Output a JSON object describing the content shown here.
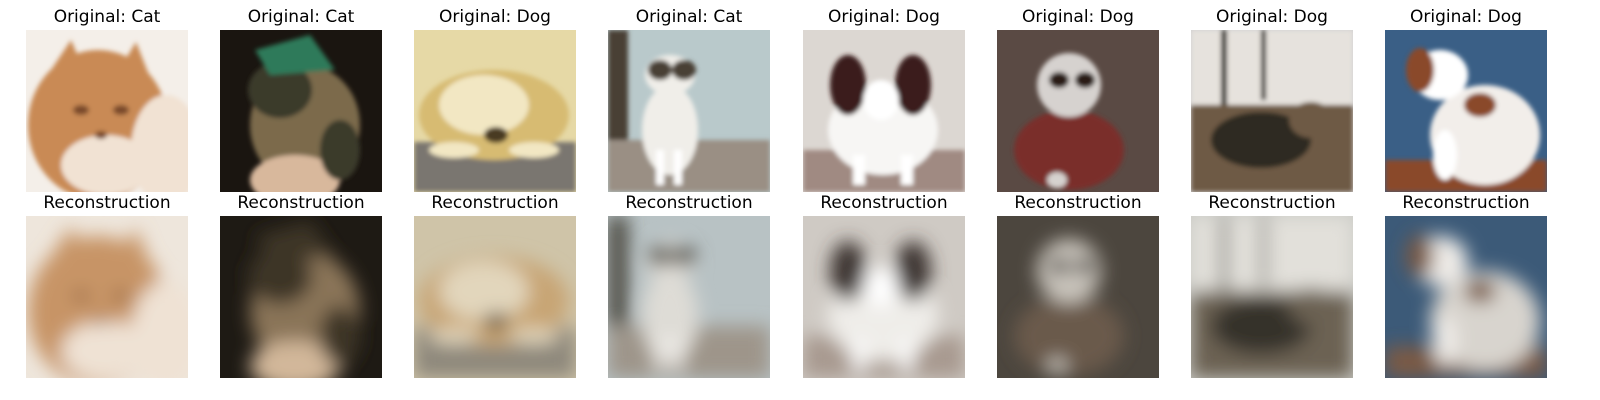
{
  "figure": {
    "rows": [
      {
        "row": "original",
        "panels": [
          {
            "title": "Original: Cat",
            "subject": "orange long-haired cat face",
            "palette": {
              "bg": "#f4efe9",
              "main": "#c98a55",
              "light": "#f1e2d3",
              "dark": "#7a4a2a"
            }
          },
          {
            "title": "Original: Cat",
            "subject": "tabby cat held in hand with green hat",
            "palette": {
              "bg": "#1a1510",
              "main": "#7c6a4c",
              "light": "#d8b89c",
              "dark": "#3a3a2c",
              "accent": "#2e7a5a"
            }
          },
          {
            "title": "Original: Dog",
            "subject": "golden puppy lying on grey floor",
            "palette": {
              "bg": "#e6d9a6",
              "main": "#d7bb72",
              "light": "#f2e7c3",
              "dark": "#4a3a22",
              "floor": "#7a7670"
            }
          },
          {
            "title": "Original: Cat",
            "subject": "white and tabby cat standing indoors",
            "palette": {
              "bg": "#b9c9cb",
              "main": "#f0eee9",
              "light": "#ffffff",
              "dark": "#4a4036",
              "floor": "#9a8f84"
            }
          },
          {
            "title": "Original: Dog",
            "subject": "black and white papillon dog",
            "palette": {
              "bg": "#dcd7d2",
              "main": "#f7f6f4",
              "light": "#ffffff",
              "dark": "#3a1e1a",
              "floor": "#a08a82"
            }
          },
          {
            "title": "Original: Dog",
            "subject": "shaggy dog in dark red coat",
            "palette": {
              "bg": "#5a4a44",
              "main": "#7a2e2c",
              "light": "#d6d2cf",
              "dark": "#2a1a18"
            }
          },
          {
            "title": "Original: Dog",
            "subject": "brown dog lying outdoors near trees",
            "palette": {
              "bg": "#cfcfd0",
              "main": "#6e5a44",
              "light": "#e6e2dd",
              "dark": "#2e2a24"
            }
          },
          {
            "title": "Original: Dog",
            "subject": "brown and white spaniel on blue background",
            "palette": {
              "bg": "#3a5f86",
              "main": "#f2eeea",
              "light": "#ffffff",
              "dark": "#8a4a2a"
            }
          }
        ]
      },
      {
        "row": "reconstruction",
        "panels": [
          {
            "title": "Reconstruction",
            "subject": "blurry orange cat",
            "palette": {
              "bg": "#eee6dc",
              "main": "#c79466",
              "light": "#efe2d4",
              "dark": "#8c5e3c"
            }
          },
          {
            "title": "Reconstruction",
            "subject": "blurry tabby cat",
            "palette": {
              "bg": "#1e1a14",
              "main": "#8a7458",
              "light": "#d2b79a",
              "dark": "#3c3428"
            }
          },
          {
            "title": "Reconstruction",
            "subject": "blurry golden puppy",
            "palette": {
              "bg": "#cfc4a8",
              "main": "#c8a574",
              "light": "#e2d6bc",
              "dark": "#5a4632",
              "floor": "#8e887c"
            }
          },
          {
            "title": "Reconstruction",
            "subject": "blurry white and tabby cat",
            "palette": {
              "bg": "#b8c2c4",
              "main": "#dedcd6",
              "light": "#f4f2ee",
              "dark": "#4c4840",
              "floor": "#9e958a"
            }
          },
          {
            "title": "Reconstruction",
            "subject": "blurry papillon dog",
            "palette": {
              "bg": "#cfcac4",
              "main": "#efede9",
              "light": "#ffffff",
              "dark": "#3c3430",
              "floor": "#a89a90"
            }
          },
          {
            "title": "Reconstruction",
            "subject": "blurry shaggy dog",
            "palette": {
              "bg": "#4c463e",
              "main": "#6a5a4c",
              "light": "#c9c4bc",
              "dark": "#2a241e"
            }
          },
          {
            "title": "Reconstruction",
            "subject": "blurry dog outdoors",
            "palette": {
              "bg": "#cacbc6",
              "main": "#6c6252",
              "light": "#e2e0da",
              "dark": "#34302a"
            }
          },
          {
            "title": "Reconstruction",
            "subject": "blurry spaniel",
            "palette": {
              "bg": "#3c5a78",
              "main": "#d8d4ce",
              "light": "#efece8",
              "dark": "#7a5a44"
            }
          }
        ]
      }
    ]
  }
}
